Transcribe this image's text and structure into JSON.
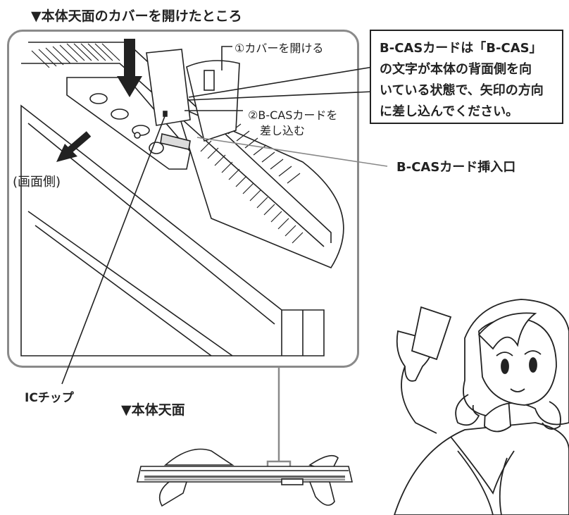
{
  "section_title": "▼本体天面のカバーを開けたところ",
  "callout": {
    "lines": [
      "B-CASカードは「B-CAS」",
      "の文字が本体の背面側を向",
      "いている状態で、矢印の方向",
      "に差し込んでください。"
    ]
  },
  "step1": "①カバーを開ける",
  "step2": {
    "line1": "②B-CASカードを",
    "line2": "差し込む"
  },
  "slot_label": "B-CASカード挿入口",
  "screen_side_label": "(画面側)",
  "ic_chip_label": "ICチップ",
  "top_view_title": "▼本体天面",
  "colors": {
    "frame": "#8a8a8a",
    "line": "#222222",
    "fill_light": "#ffffff",
    "fill_shade": "#dcdcdc"
  },
  "icons": [
    "arrow-down-icon",
    "arrow-screen-side-icon"
  ]
}
